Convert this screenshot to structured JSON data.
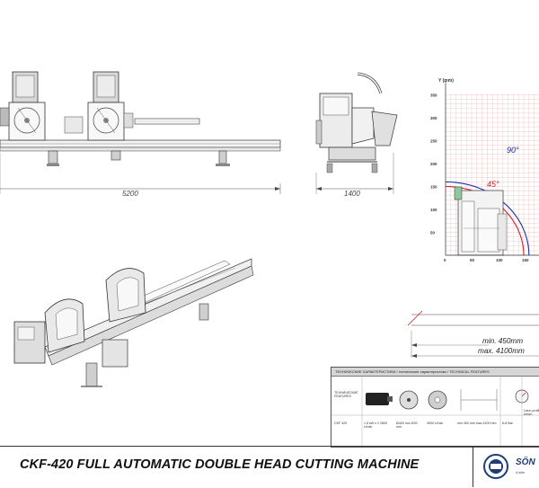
{
  "title": "CKF-420 FULL AUTOMATIC DOUBLE HEAD CUTTING MACHINE",
  "dimensions": {
    "length": "5200",
    "depth": "1400"
  },
  "profile_chart": {
    "y_unit_label": "Y (mm)",
    "y_ticks": [
      "350",
      "300",
      "250",
      "200",
      "150",
      "100",
      "50"
    ],
    "x_ticks": [
      "0",
      "50",
      "100",
      "150"
    ],
    "angle_90": "90°",
    "angle_45": "45°",
    "curve_90_color": "#1f2fa8",
    "curve_45_color": "#d21e28"
  },
  "cut_length": {
    "min": "min. 450mm",
    "max": "max. 4100mm"
  },
  "spec_table": {
    "header": "ТЕХНИЧЕСКИЕ ХАРАКТЕРИСТИКИ / технические характеристики / TECHNICAL FEATURES",
    "row_label_1": "ТЕХНИЧЕСКИЕ FEATURES",
    "row_label_2": "CKF 420",
    "motor": "1.5 kW x 2 2800 U/min",
    "blade": "Ø420 mm Ø30 mm",
    "rpm": "3000 U/min",
    "cut_range": "min 450 mm max 4100 mm",
    "pressure": "6-8 Bar",
    "air_label": "6-8 bar",
    "right_col": "Uzun profil kesim"
  },
  "brand": {
    "name": "SÖN",
    "tagline": "Kalite"
  }
}
